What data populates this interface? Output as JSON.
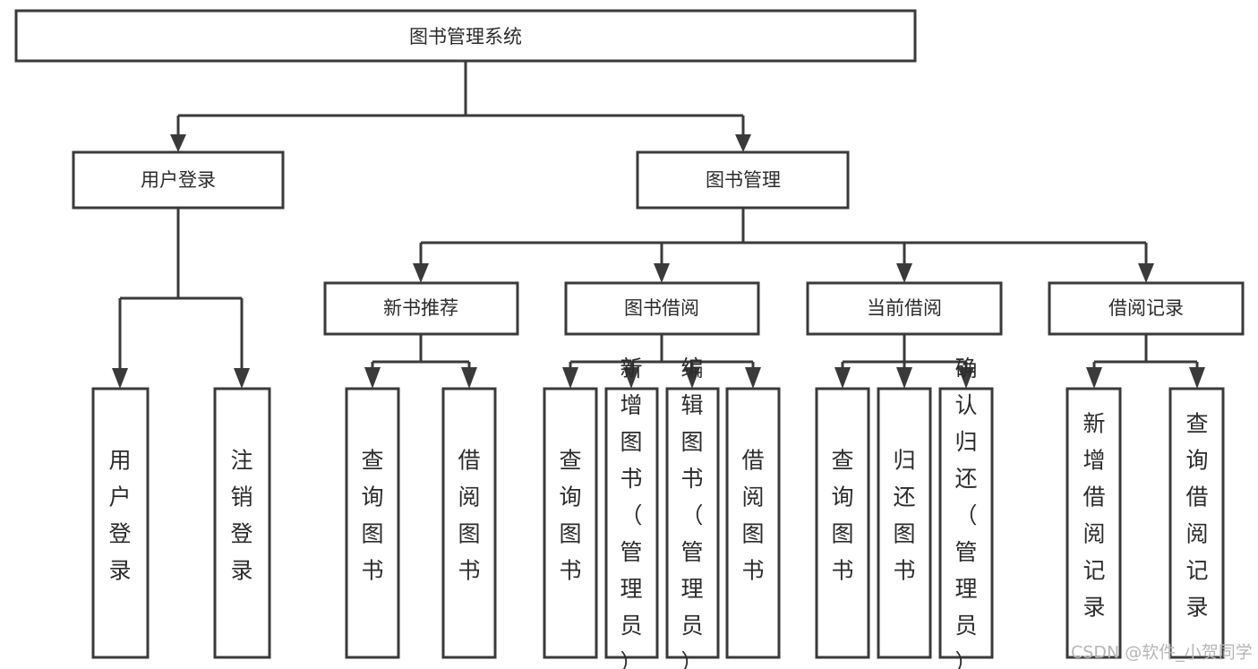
{
  "diagram": {
    "type": "tree-hierarchy-chart",
    "title_node": {
      "id": "root",
      "label": "图书管理系统"
    },
    "level2": [
      {
        "id": "user-login",
        "label": "用户登录"
      },
      {
        "id": "book-management",
        "label": "图书管理"
      }
    ],
    "level3": [
      {
        "id": "new-book-recommend",
        "label": "新书推荐",
        "parent": "book-management"
      },
      {
        "id": "book-borrow",
        "label": "图书借阅",
        "parent": "book-management"
      },
      {
        "id": "current-borrow",
        "label": "当前借阅",
        "parent": "book-management"
      },
      {
        "id": "borrow-record",
        "label": "借阅记录",
        "parent": "book-management"
      }
    ],
    "leaves": {
      "user-login": [
        {
          "id": "leaf-user-login",
          "label": "用户登录"
        },
        {
          "id": "leaf-logout-login",
          "label": "注销登录"
        }
      ],
      "new-book-recommend": [
        {
          "id": "leaf-query-book-1",
          "label": "查询图书"
        },
        {
          "id": "leaf-borrow-book-1",
          "label": "借阅图书"
        }
      ],
      "book-borrow": [
        {
          "id": "leaf-query-book-2",
          "label": "查询图书"
        },
        {
          "id": "leaf-add-book",
          "label": "新增图书（管理员）"
        },
        {
          "id": "leaf-edit-book",
          "label": "编辑图书（管理员）"
        },
        {
          "id": "leaf-borrow-book-2",
          "label": "借阅图书"
        }
      ],
      "current-borrow": [
        {
          "id": "leaf-query-book-3",
          "label": "查询图书"
        },
        {
          "id": "leaf-return-book",
          "label": "归还图书"
        },
        {
          "id": "leaf-confirm-return",
          "label": "确认归还（管理员）"
        }
      ],
      "borrow-record": [
        {
          "id": "leaf-add-record",
          "label": "新增借阅记录"
        },
        {
          "id": "leaf-query-record",
          "label": "查询借阅记录"
        }
      ]
    },
    "colors": {
      "box_stroke": "#3a3a3a",
      "box_fill": "#ffffff",
      "text": "#2b2b2b",
      "background": "#ffffff",
      "watermark": "#b6b6b6"
    }
  },
  "watermark": {
    "label": "CSDN @软件_小贺同学"
  }
}
